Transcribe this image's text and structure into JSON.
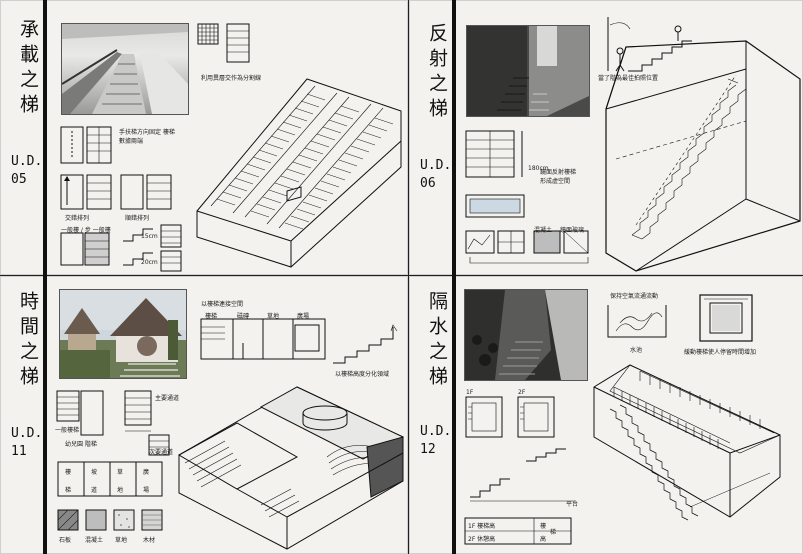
{
  "board": {
    "sheets": [
      {
        "id": "ud05",
        "title_chars": [
          "承",
          "載",
          "之",
          "梯"
        ],
        "code": [
          "U.D.",
          "05"
        ],
        "notes": {
          "top_right": "利用異層交作為分割線",
          "flow": "手扶梯方向固定 樓梯數據兩端",
          "layout_a": "交錯排列",
          "layout_b": "順錯排列",
          "labels": "一般樓 / 步 一般樓",
          "dim_a": "15cm",
          "dim_b": "20cm"
        }
      },
      {
        "id": "ud06",
        "title_chars": [
          "反",
          "射",
          "之",
          "梯"
        ],
        "code": [
          "U.D.",
          "06"
        ],
        "notes": {
          "person": "當了階為最佳拍照位置",
          "mirror": "鏡面反射樓梯 形成虛空間",
          "materials": [
            "混凝土",
            "鏡面玻璃"
          ],
          "dim": "180cm"
        }
      },
      {
        "id": "ud11",
        "title_chars": [
          "時",
          "間",
          "之",
          "梯"
        ],
        "code": [
          "U.D.",
          "11"
        ],
        "notes": {
          "flow": "以樓梯連接空間",
          "zones": [
            "樓梯",
            "磁磚",
            "草地",
            "廣場"
          ],
          "bottom_note": "以樓梯高度分化領域",
          "left_a": "一般樓梯",
          "left_b": "幼兒園 階梯",
          "right_a": "主要通道",
          "right_b": "次要通道",
          "table": [
            [
              "樓",
              "坡",
              "草",
              "廣"
            ],
            [
              "梯",
              "道",
              "地",
              "場"
            ]
          ],
          "materials": [
            "石板",
            "混凝土",
            "草地",
            "木材"
          ]
        }
      },
      {
        "id": "ud12",
        "title_chars": [
          "隔",
          "水",
          "之",
          "梯"
        ],
        "code": [
          "U.D.",
          "12"
        ],
        "notes": {
          "top": "保持空氣流通流動",
          "pond": "水池",
          "water": "緩動樓梯使人停留時間增加",
          "plan_a": "1F",
          "plan_b": "2F",
          "legend": [
            "1F 樓梯高",
            "2F 休憩高"
          ],
          "legend_b": [
            "樓",
            "梯",
            "高"
          ],
          "level": "平台"
        }
      }
    ],
    "colors": {
      "paper": "#f3f2ee",
      "ink": "#111111",
      "board": "#1f1f1f"
    }
  }
}
